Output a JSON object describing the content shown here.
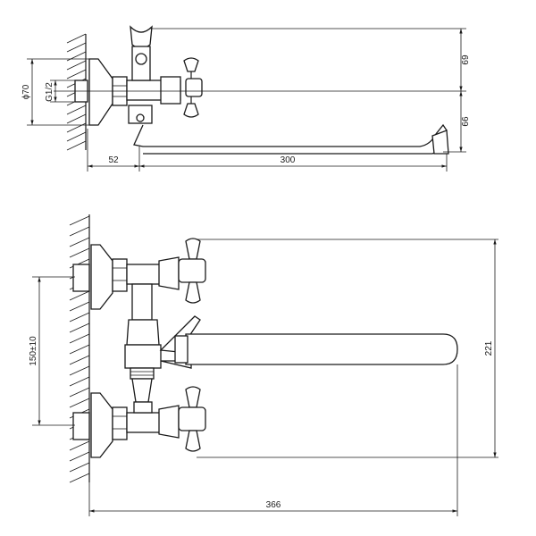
{
  "top_view": {
    "dims": {
      "flange_diameter": "ϕ70",
      "thread": "G1/2",
      "wall_offset": "52",
      "spout_length": "300",
      "height_top": "69",
      "height_spout": "66"
    }
  },
  "front_view": {
    "dims": {
      "inlet_spacing": "150±10",
      "total_height": "221",
      "total_length": "366"
    }
  }
}
